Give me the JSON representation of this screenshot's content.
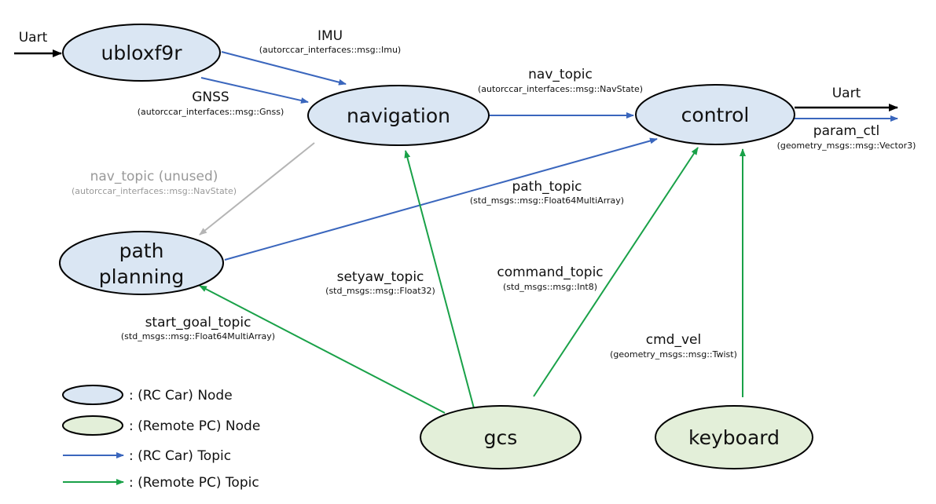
{
  "nodes": {
    "ublox": "ubloxf9r",
    "navigation": "navigation",
    "control": "control",
    "path_line1": "path",
    "path_line2": "planning",
    "gcs": "gcs",
    "keyboard": "keyboard"
  },
  "external": {
    "uart_in": "Uart",
    "uart_out": "Uart"
  },
  "topics": {
    "imu": {
      "name": "IMU",
      "type": "(autorccar_interfaces::msg::Imu)"
    },
    "gnss": {
      "name": "GNSS",
      "type": "(autorccar_interfaces::msg::Gnss)"
    },
    "nav": {
      "name": "nav_topic",
      "type": "(autorccar_interfaces::msg::NavState)"
    },
    "nav_unused": {
      "name": "nav_topic (unused)",
      "type": "(autorccar_interfaces::msg::NavState)"
    },
    "path": {
      "name": "path_topic",
      "type": "(std_msgs::msg::Float64MultiArray)"
    },
    "param_ctl": {
      "name": "param_ctl",
      "type": "(geometry_msgs::msg::Vector3)"
    },
    "setyaw": {
      "name": "setyaw_topic",
      "type": "(std_msgs::msg::Float32)"
    },
    "command": {
      "name": "command_topic",
      "type": "(std_msgs::msg::Int8)"
    },
    "start_goal": {
      "name": "start_goal_topic",
      "type": "(std_msgs::msg::Float64MultiArray)"
    },
    "cmd_vel": {
      "name": "cmd_vel",
      "type": "(geometry_msgs::msg::Twist)"
    }
  },
  "legend": {
    "rc_node": ": (RC Car) Node",
    "pc_node": ": (Remote PC) Node",
    "rc_topic": ": (RC Car) Topic",
    "pc_topic": ": (Remote PC) Topic"
  },
  "colors": {
    "rc_node_fill": "#dae6f3",
    "pc_node_fill": "#e3efd9",
    "rc_topic": "#3a66bd",
    "pc_topic": "#19a148",
    "unused_topic": "#b5b5b5"
  }
}
